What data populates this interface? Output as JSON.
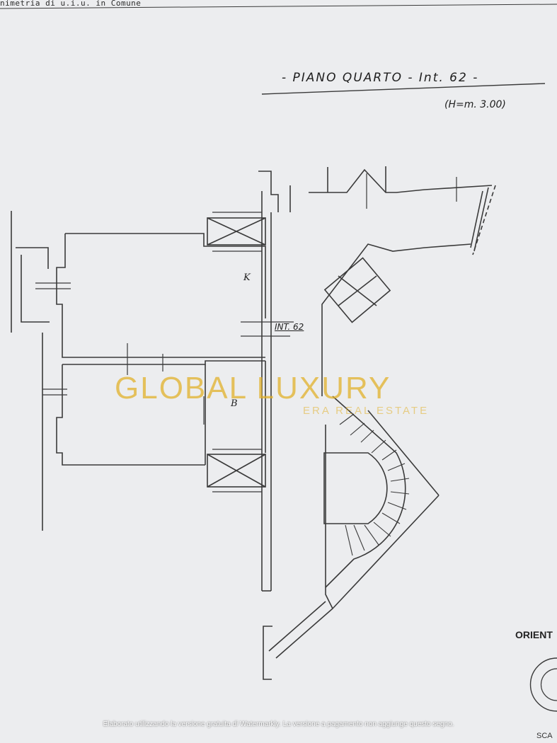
{
  "document": {
    "header_text": "nimetria di u.i.u. in Comune",
    "floor_title": "- PIANO QUARTO - Int. 62 -",
    "height_note": "(H=m. 3.00)",
    "room_kitchen": "K",
    "room_bath": "B",
    "unit_label": "INT. 62",
    "orientation_label": "ORIENT",
    "scale_label": "SCA"
  },
  "watermark": {
    "brand": "GLOBAL LUXURY",
    "subtitle": "ERA REAL ESTATE",
    "brand_color": "#e2b02a"
  },
  "footer": {
    "notice": "Elaborato utilizzando la versione gratuita di Watermarkly. La versione a pagamento non aggiunge questo segno."
  }
}
